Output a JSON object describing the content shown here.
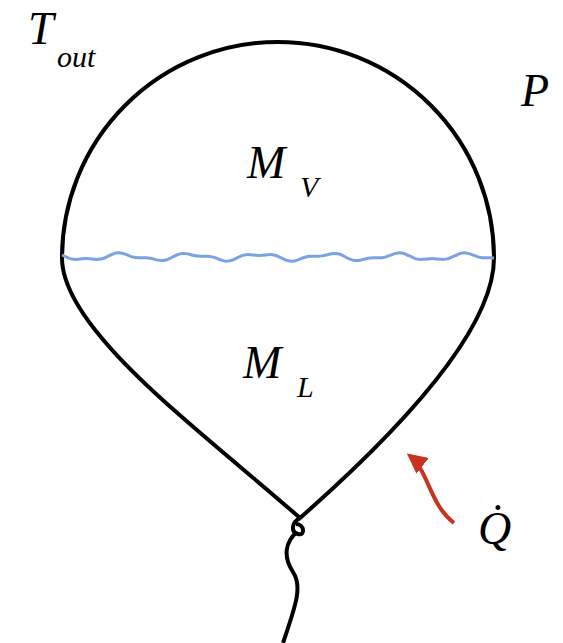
{
  "diagram": {
    "labels": [
      "T",
      "out",
      "P",
      "M",
      "V",
      "M",
      "L",
      "Q̇"
    ]
  }
}
